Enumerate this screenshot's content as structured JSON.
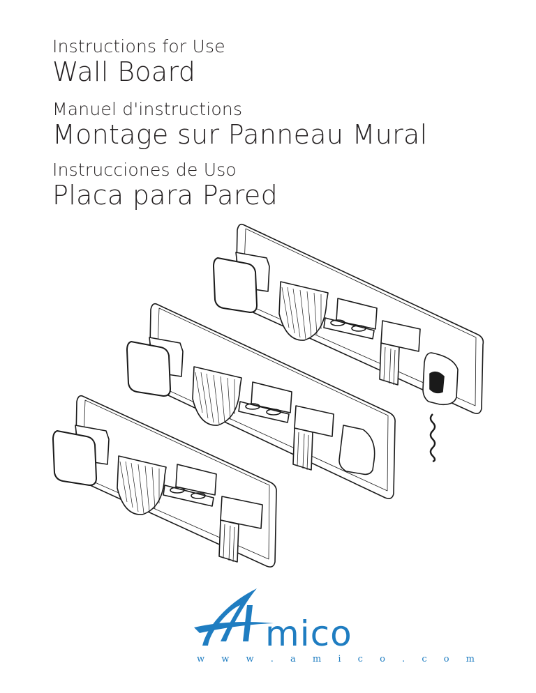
{
  "titles": {
    "en_sub": "Instructions for Use",
    "en_main": "Wall Board",
    "fr_sub": "Manuel d'instructions",
    "fr_main": "Montage sur Panneau Mural",
    "es_sub": "Instrucciones de Uso",
    "es_main": "Placa para Pared"
  },
  "logo": {
    "brand": "Amico",
    "wordmark": "mico",
    "url": "w w w . a m i c o . c o m",
    "color": "#1f7dc1"
  },
  "colors": {
    "text": "#231f20",
    "line": "#1a1a1a"
  }
}
